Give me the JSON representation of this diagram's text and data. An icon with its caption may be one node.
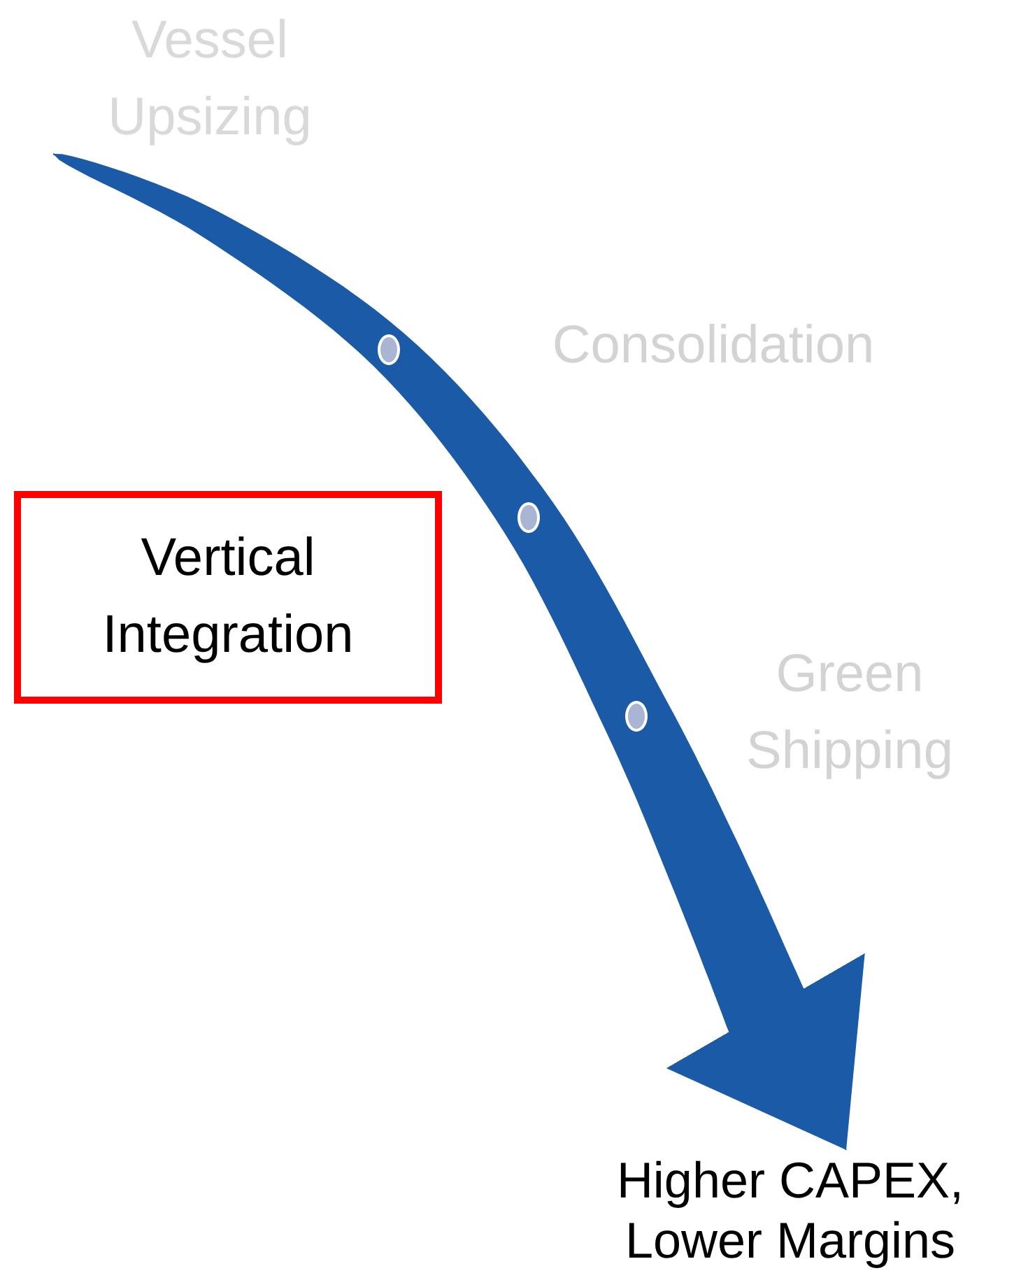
{
  "diagram": {
    "nodes": [
      {
        "text": [
          "Vessel Upsizing"
        ]
      },
      {
        "text": [
          "Consolidation"
        ]
      },
      {
        "text": [
          "Vertical Integration"
        ]
      },
      {
        "text": [
          "Green Shipping"
        ]
      },
      {
        "text": [
          "Higher CAPEX, Lower Margins"
        ]
      }
    ],
    "edges": [
      {
        "from": null,
        "to": 4,
        "arrow": "to"
      }
    ]
  }
}
